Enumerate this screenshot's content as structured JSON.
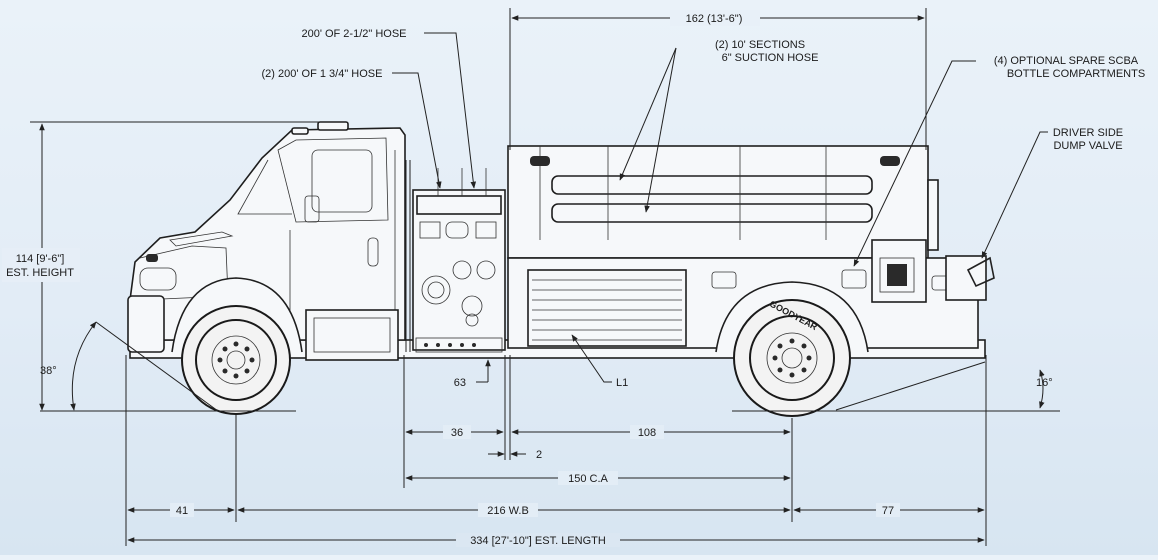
{
  "callouts": {
    "hose_2_5": "200' OF 2-1/2\" HOSE",
    "hose_1_75": "(2) 200' OF 1 3/4\" HOSE",
    "suction_line1": "(2) 10' SECTIONS",
    "suction_line2": "6\" SUCTION HOSE",
    "scba_line1": "(4) OPTIONAL  SPARE SCBA",
    "scba_line2": "BOTTLE COMPARTMENTS",
    "dump_line1": "DRIVER SIDE",
    "dump_line2": "DUMP VALVE",
    "l1": "L1",
    "tire_brand": "GOODYEAR"
  },
  "dimensions": {
    "body_length": "162 (13'-6\")",
    "height_line1": "114 [9'-6\"]",
    "height_line2": "EST. HEIGHT",
    "approach_angle": "38°",
    "departure_angle": "16°",
    "d63": "63",
    "d36": "36",
    "d108": "108",
    "d2": "2",
    "ca": "150 C.A",
    "d41": "41",
    "wheelbase": "216 W.B",
    "d77": "77",
    "length": "334 [27'-10\"] EST. LENGTH"
  }
}
